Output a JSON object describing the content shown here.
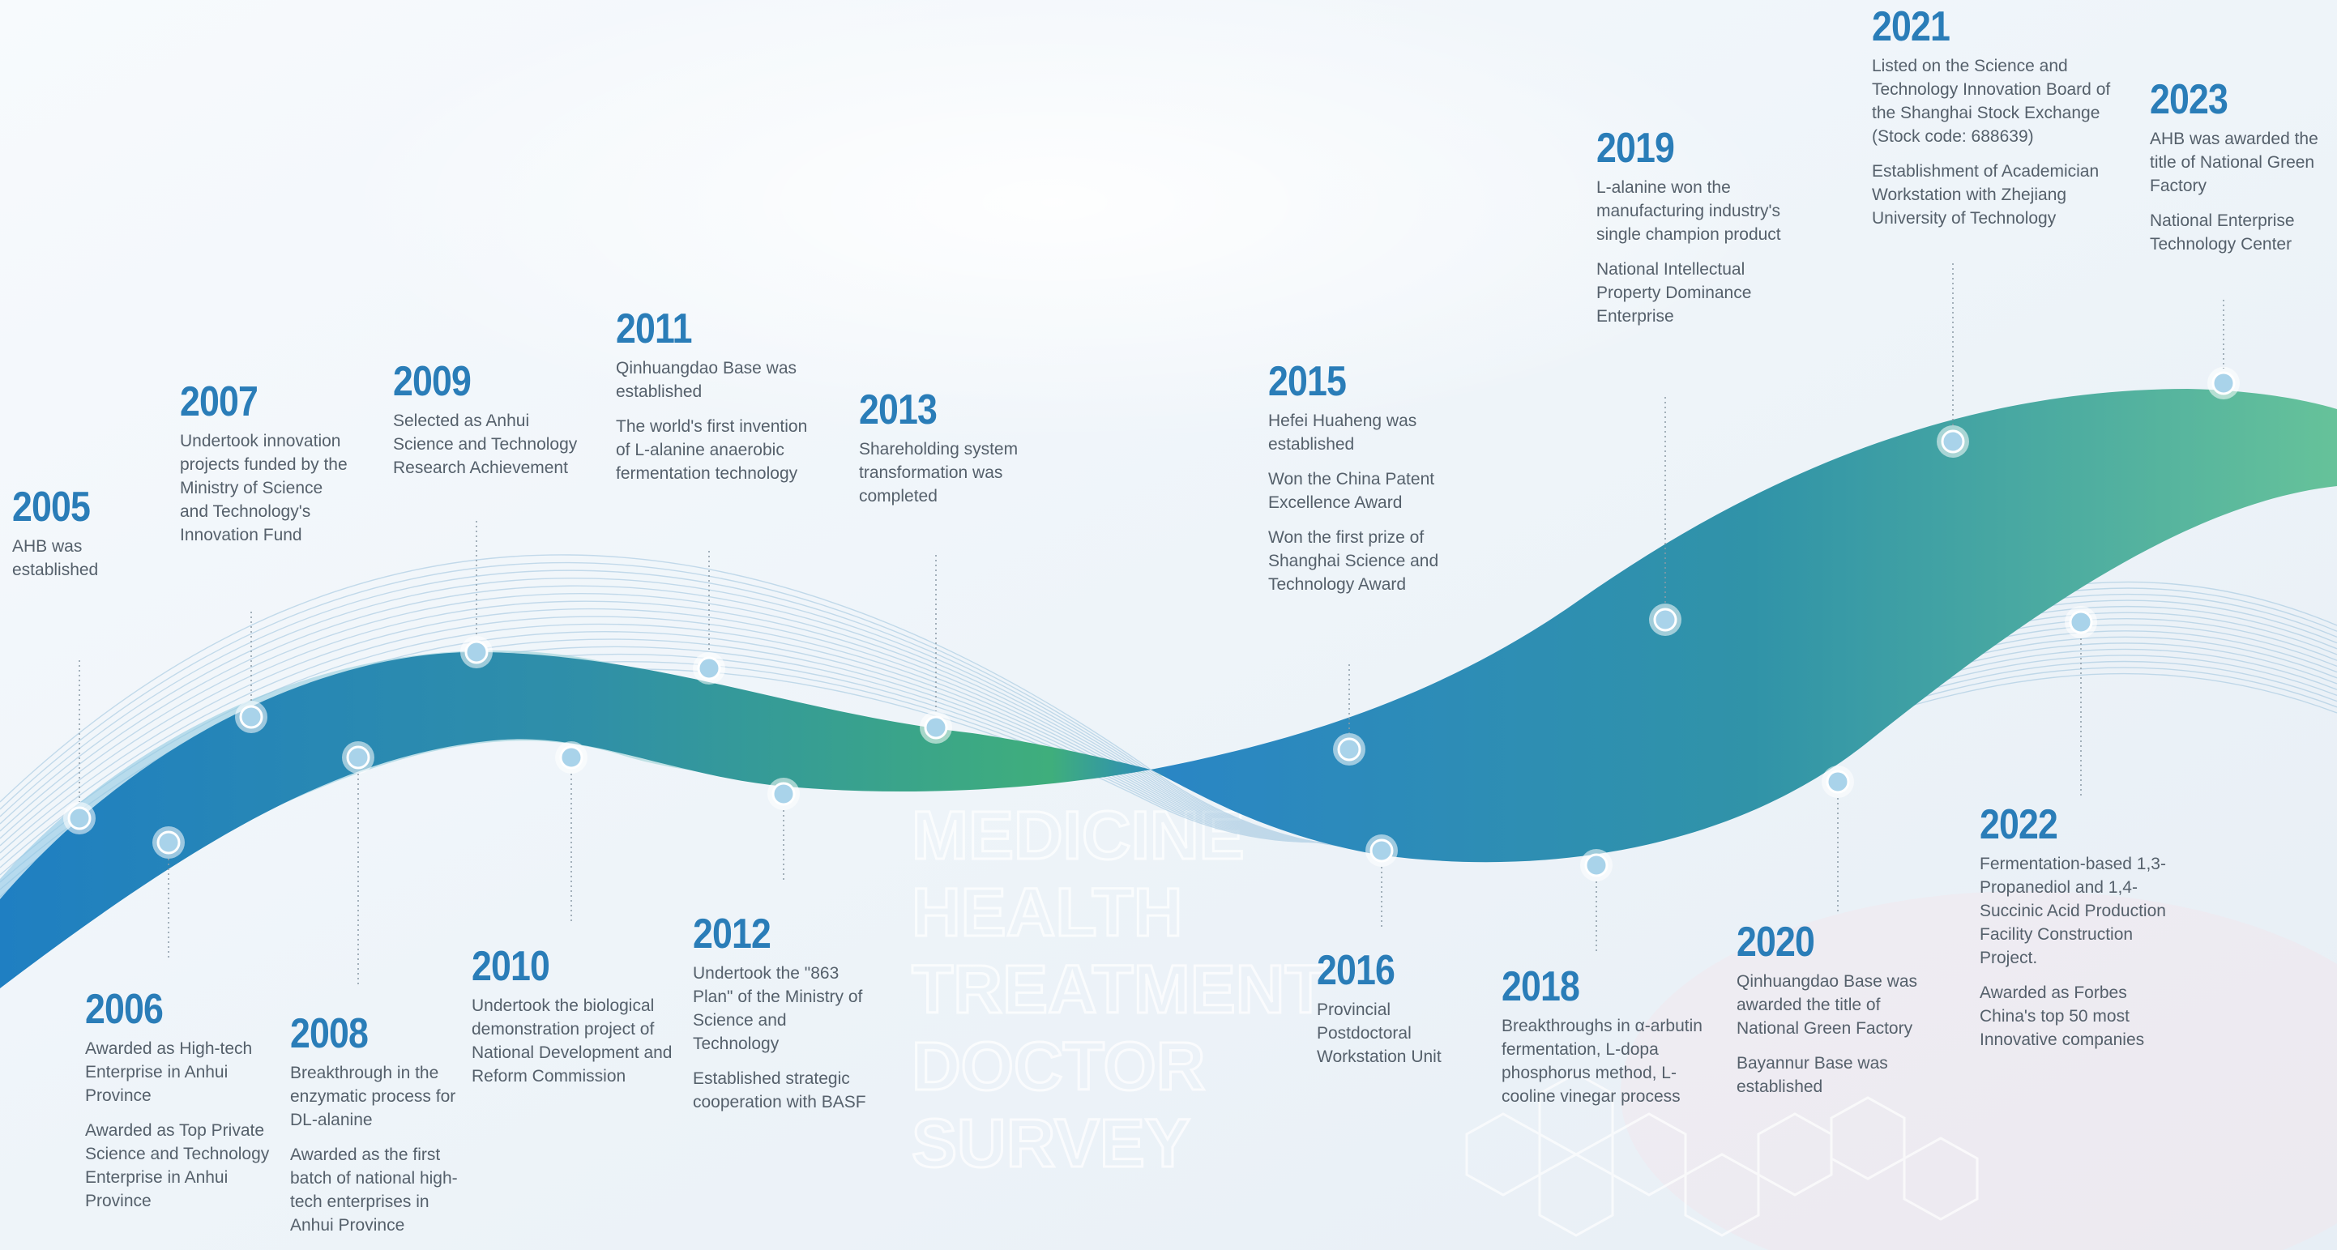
{
  "timeline": {
    "background_words": [
      "MEDICINE",
      "HEALTH",
      "TREATMENT",
      "DOCTOR",
      "SURVEY"
    ],
    "colors": {
      "year": "#2a7db8",
      "text": "#55606b",
      "ribbon_blue": "#1f7fc2",
      "ribbon_green": "#3fae7c",
      "node": "#a9d3ea"
    },
    "milestones": [
      {
        "year": "2005",
        "events": [
          "AHB was established"
        ]
      },
      {
        "year": "2006",
        "events": [
          "Awarded as High-tech Enterprise in Anhui Province",
          "Awarded as Top Private Science and Technology Enterprise in Anhui Province"
        ]
      },
      {
        "year": "2007",
        "events": [
          "Undertook innovation projects funded by the Ministry of Science and Technology's Innovation Fund"
        ]
      },
      {
        "year": "2008",
        "events": [
          "Breakthrough in the enzymatic process for DL-alanine",
          "Awarded as the first batch of national high-tech enterprises in Anhui Province"
        ]
      },
      {
        "year": "2009",
        "events": [
          "Selected as Anhui Science and Technology Research Achievement"
        ]
      },
      {
        "year": "2010",
        "events": [
          "Undertook the biological demonstration project of National Development and Reform Commission"
        ]
      },
      {
        "year": "2011",
        "events": [
          "Qinhuangdao Base was established",
          "The world's first invention of L-alanine anaerobic fermentation technology"
        ]
      },
      {
        "year": "2012",
        "events": [
          "Undertook the \"863 Plan\" of the Ministry of Science and Technology",
          "Established strategic cooperation with BASF"
        ]
      },
      {
        "year": "2013",
        "events": [
          "Shareholding system transformation was completed"
        ]
      },
      {
        "year": "2015",
        "events": [
          "Hefei Huaheng was established",
          "Won the China Patent Excellence Award",
          "Won the first prize of Shanghai Science and Technology Award"
        ]
      },
      {
        "year": "2016",
        "events": [
          "Provincial Postdoctoral Workstation Unit"
        ]
      },
      {
        "year": "2018",
        "events": [
          "Breakthroughs in α-arbutin fermentation, L-dopa phosphorus method, L-cooline vinegar process"
        ]
      },
      {
        "year": "2019",
        "events": [
          "L-alanine won the manufacturing industry's single champion product",
          "National Intellectual Property Dominance Enterprise"
        ]
      },
      {
        "year": "2020",
        "events": [
          "Qinhuangdao Base was awarded the title of National Green Factory",
          "Bayannur Base was established"
        ]
      },
      {
        "year": "2021",
        "events": [
          "Listed on the Science and Technology Innovation Board of the Shanghai Stock Exchange (Stock code: 688639)",
          "Establishment of Academician Workstation with Zhejiang University of Technology"
        ]
      },
      {
        "year": "2022",
        "events": [
          "Fermentation-based 1,3-Propanediol and 1,4-Succinic Acid Production Facility Construction Project.",
          "Awarded as Forbes China's top 50 most Innovative companies"
        ]
      },
      {
        "year": "2023",
        "events": [
          "AHB was awarded the title of National Green Factory",
          "National Enterprise Technology Center"
        ]
      }
    ]
  }
}
